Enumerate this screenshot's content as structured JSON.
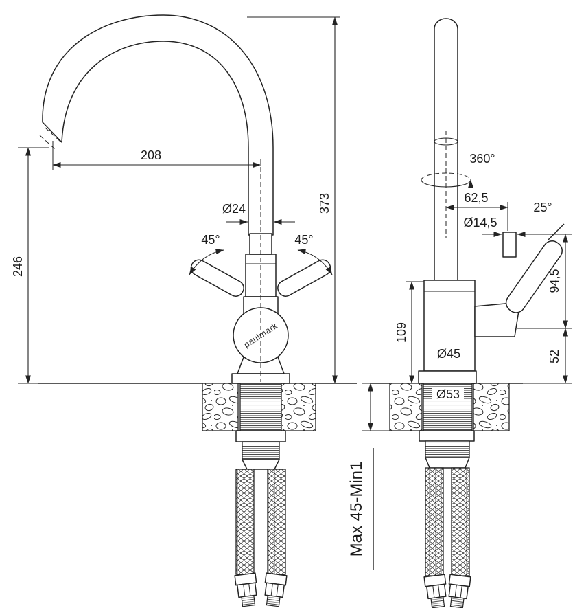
{
  "diagram": {
    "brand_logo": "paulmark",
    "front_view": {
      "spout_reach": "208",
      "overall_height": "373",
      "spout_height": "246",
      "spout_tube_diameter": "Ø24",
      "handle_swing_left": "45°",
      "handle_swing_right": "45°"
    },
    "side_view": {
      "swivel_angle": "360°",
      "handle_offset": "62,5",
      "handle_tilt": "25°",
      "handle_stem_diameter": "Ø14,5",
      "handle_length": "94,5",
      "body_height": "109",
      "body_diameter": "Ø45",
      "base_height": "52",
      "base_hole_diameter": "Ø53",
      "mounting_thickness": "Max 45-Min1"
    }
  }
}
